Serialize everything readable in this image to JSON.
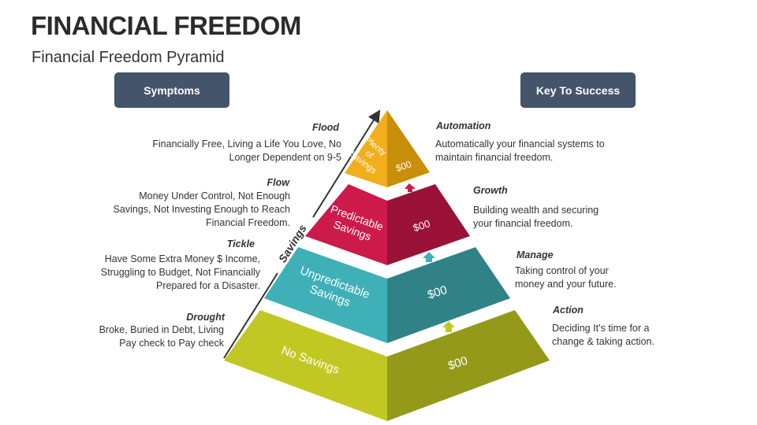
{
  "title": "FINANCIAL FREEDOM",
  "subtitle": "Financial Freedom Pyramid",
  "headers": {
    "left": "Symptoms",
    "right": "Key To Success"
  },
  "axis_label": "Savings",
  "symptoms": [
    {
      "title": "Flood",
      "text": "Financially Free, Living a Life You Love, No Longer Dependent on 9-5"
    },
    {
      "title": "Flow",
      "text": "Money Under Control, Not Enough Savings, Not Investing Enough to Reach Financial Freedom."
    },
    {
      "title": "Tickle",
      "text": "Have Some Extra Money $ Income, Struggling to Budget, Not Financially Prepared for a Disaster."
    },
    {
      "title": "Drought",
      "text": "Broke, Buried in Debt, Living Pay check to Pay check"
    }
  ],
  "keys": [
    {
      "title": "Automation",
      "text": "Automatically your financial systems to maintain financial freedom."
    },
    {
      "title": "Growth",
      "text": "Building wealth and securing your financial freedom."
    },
    {
      "title": "Manage",
      "text": "Taking control of your money and your future."
    },
    {
      "title": "Action",
      "text": "Deciding It’s time for a change & taking action."
    }
  ],
  "levels": [
    {
      "l1": "Plenty",
      "l2": "of",
      "l3": "Savings",
      "value": "$00",
      "left": "#f2ae1c",
      "right": "#c98e0a"
    },
    {
      "l1": "Predictable",
      "l2": "Savings",
      "value": "$00",
      "left": "#cc1a4a",
      "right": "#9b1238"
    },
    {
      "l1": "Unpredictable",
      "l2": "Savings",
      "value": "$00",
      "left": "#40b0b8",
      "right": "#318287"
    },
    {
      "l1": "No Savings",
      "value": "$00",
      "left": "#c2c823",
      "right": "#94991a"
    }
  ]
}
